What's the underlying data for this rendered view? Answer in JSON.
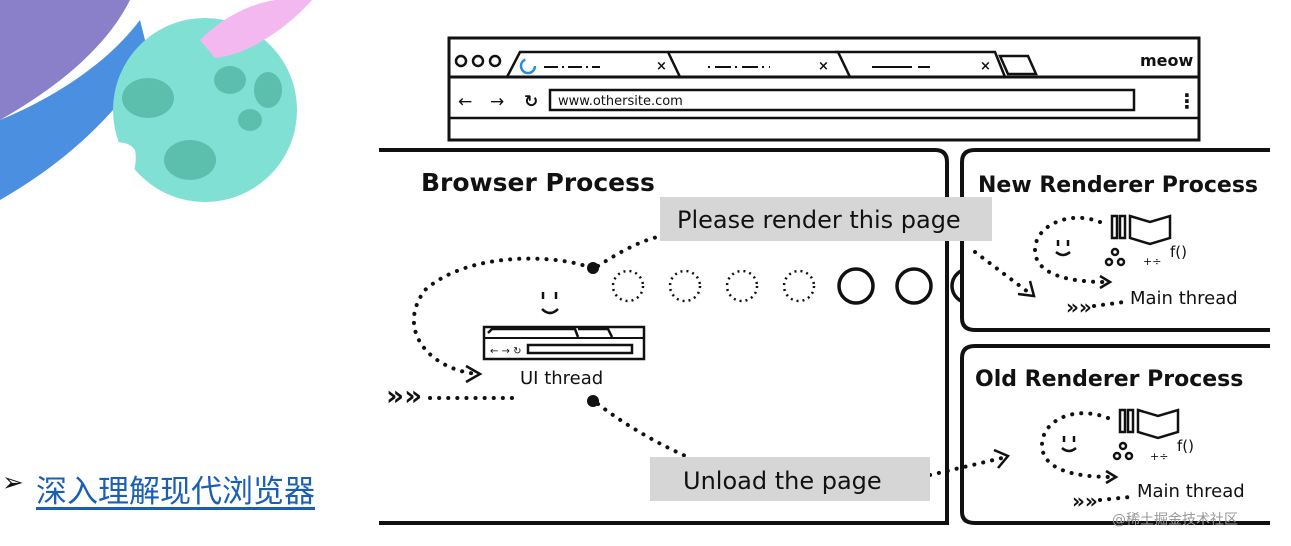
{
  "browser_window": {
    "corner_label": "meow",
    "address_bar": "www.othersite.com"
  },
  "browser_process": {
    "title": "Browser Process",
    "ui_thread_label": "UI thread"
  },
  "new_renderer": {
    "title": "New Renderer Process",
    "main_thread_label": "Main thread",
    "func_label": "f()"
  },
  "old_renderer": {
    "title": "Old Renderer Process",
    "main_thread_label": "Main thread",
    "func_label": "f()"
  },
  "messages": {
    "render": "Please render this page",
    "unload": "Unload the page"
  },
  "link": {
    "bullet": "➢",
    "text": "深入理解现代浏览器"
  },
  "watermark": "@稀土掘金技术社区",
  "colors": {
    "link": "#1a5fb4",
    "callout_bg": "#d6d6d6",
    "planet": "#7fe0d3",
    "planet_spots": "#5cbfae",
    "sky": "#8a7fc9",
    "comet": "#f3b8ef"
  }
}
